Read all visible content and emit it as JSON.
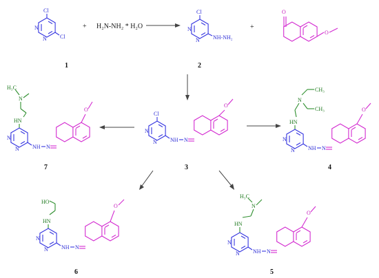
{
  "reagents": {
    "plus": "+",
    "hydrazine": "H₂N-NH₂ * H₂O"
  },
  "numbers": {
    "c1": "1",
    "c2": "2",
    "c3": "3",
    "c4": "4",
    "c5": "5",
    "c6": "6",
    "c7": "7"
  },
  "atoms": {
    "cl": "Cl",
    "n": "N",
    "o": "O",
    "nhnh2": "NH-NH₂",
    "nh": "NH",
    "hn": "HN",
    "ho": "HO",
    "h3c": "H₃C",
    "ch3": "CH₃",
    "methoxy": "O",
    "ch3b": "CH₃"
  },
  "colors": {
    "pyrimidine": "#3535e0",
    "tetralone": "#d32ad0",
    "side_chain": "#2f8f2f"
  }
}
